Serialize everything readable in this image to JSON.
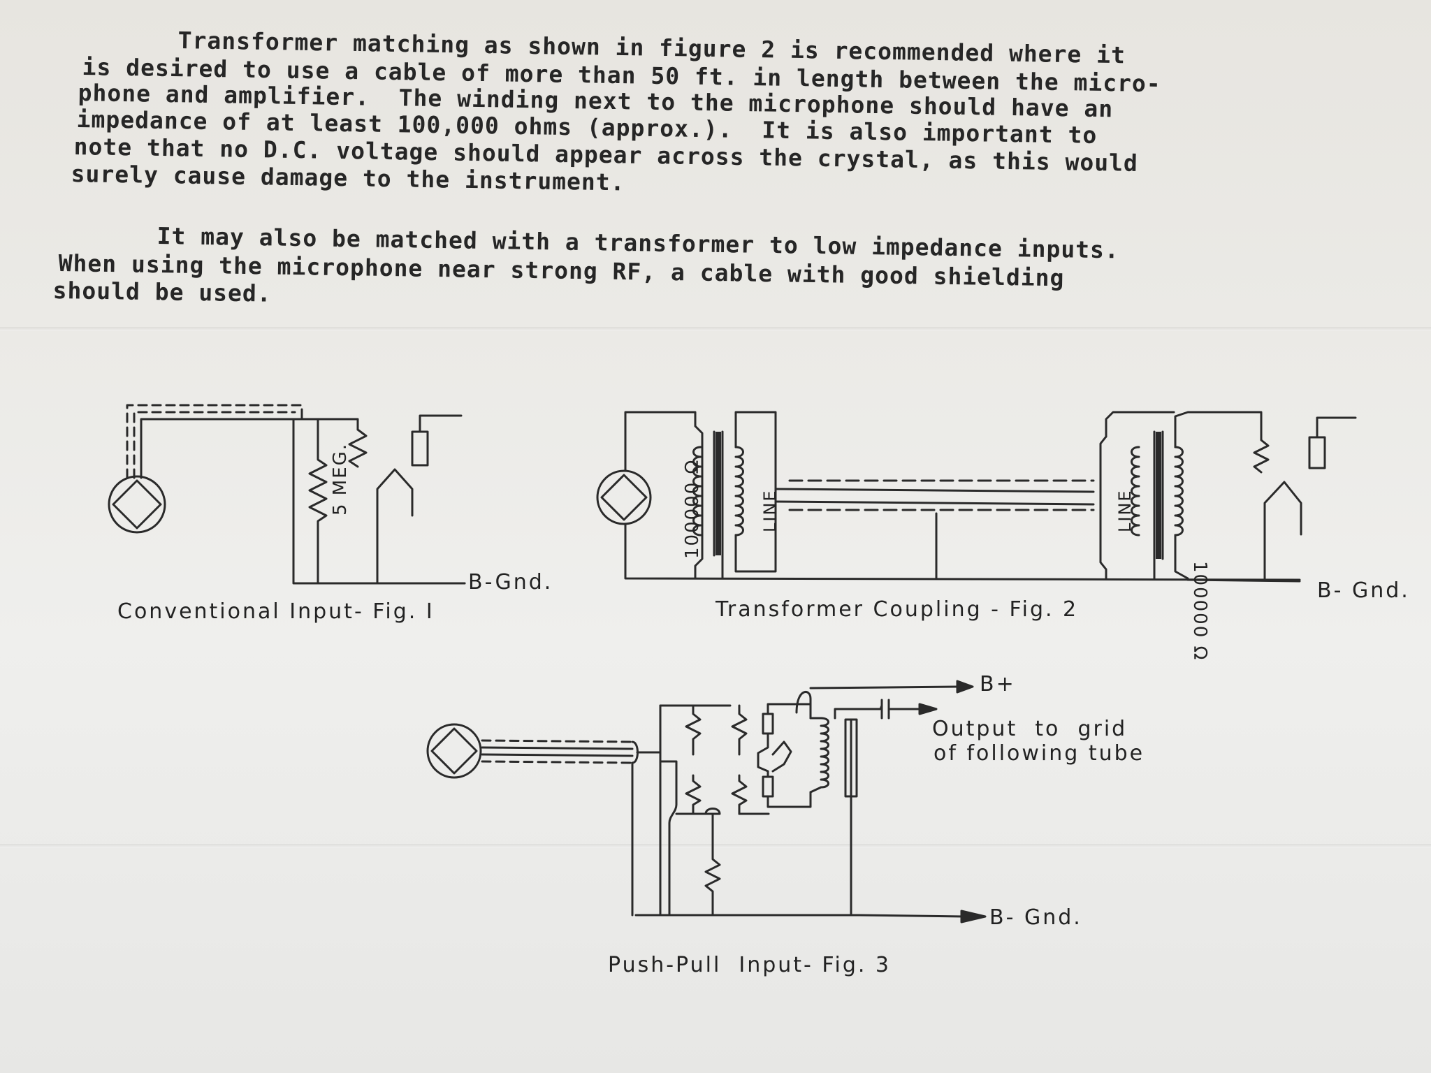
{
  "paragraph_1": [
    "Transformer matching as shown in figure 2 is recommended where it",
    "is desired to use a cable of more than 50 ft. in length between the micro-",
    "phone and amplifier.  The winding next to the microphone should have an",
    "impedance of at least 100,000 ohms (approx.).  It is also important to",
    "note that no D.C. voltage should appear across the crystal, as this would",
    "surely cause damage to the instrument."
  ],
  "paragraph_2": [
    "It may also be matched with a transformer to low impedance inputs.",
    "When using the microphone near strong RF, a cable with good shielding",
    "should be used."
  ],
  "fig1": {
    "caption": "Conventional Input- Fig. I",
    "resistor_label": "5 MEG.",
    "ground_label": "B-Gnd."
  },
  "fig2": {
    "caption": "Transformer Coupling - Fig. 2",
    "left_winding_label": "100000 Ω",
    "left_line_label": "LINE",
    "right_line_label": "LINE",
    "right_winding_label": "100000 Ω",
    "ground_label": "B- Gnd."
  },
  "fig3": {
    "caption": "Push-Pull  Input- Fig. 3",
    "bplus_label": "B+",
    "output_label_line1": "Output  to  grid",
    "output_label_line2": "of following tube",
    "ground_label": "B- Gnd."
  }
}
